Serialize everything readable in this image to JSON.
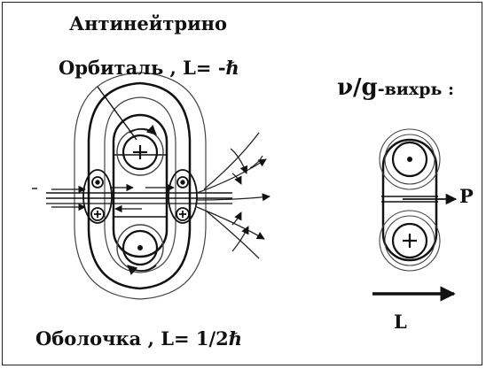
{
  "title": "Антинейтрино",
  "orbital_label": "Орбиталь , L= -ℏ",
  "shell_label": "Оболочка , L= 1/2ℏ",
  "vortex_label": {
    "nu_g": "ν/g",
    "suffix": "-вихрь :"
  },
  "momentum_label": "P",
  "angular_momentum_label": "L",
  "colors": {
    "ink": "#111111",
    "thin_line": "#444444",
    "background": "#ffffff"
  },
  "markers": {
    "plus": "+",
    "dot": "•"
  }
}
